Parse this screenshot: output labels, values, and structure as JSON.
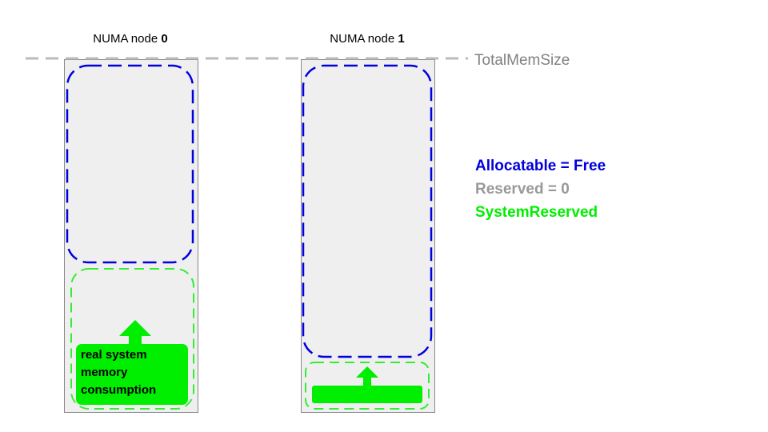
{
  "nodes": [
    {
      "title_prefix": "NUMA node ",
      "title_number": "0"
    },
    {
      "title_prefix": "NUMA node ",
      "title_number": "1"
    }
  ],
  "total_mem_label": "TotalMemSize",
  "legend": {
    "allocatable": "Allocatable = Free",
    "reserved": "Reserved = 0",
    "system_reserved": "SystemReserved"
  },
  "consumption_label": [
    "real system",
    "memory",
    "consumption"
  ],
  "colors": {
    "allocatable": "#0000dd",
    "reserved": "#999999",
    "system_reserved": "#00ee00",
    "column_fill": "#efefef",
    "column_stroke": "#888888",
    "dash_line": "#bbbbbb"
  }
}
